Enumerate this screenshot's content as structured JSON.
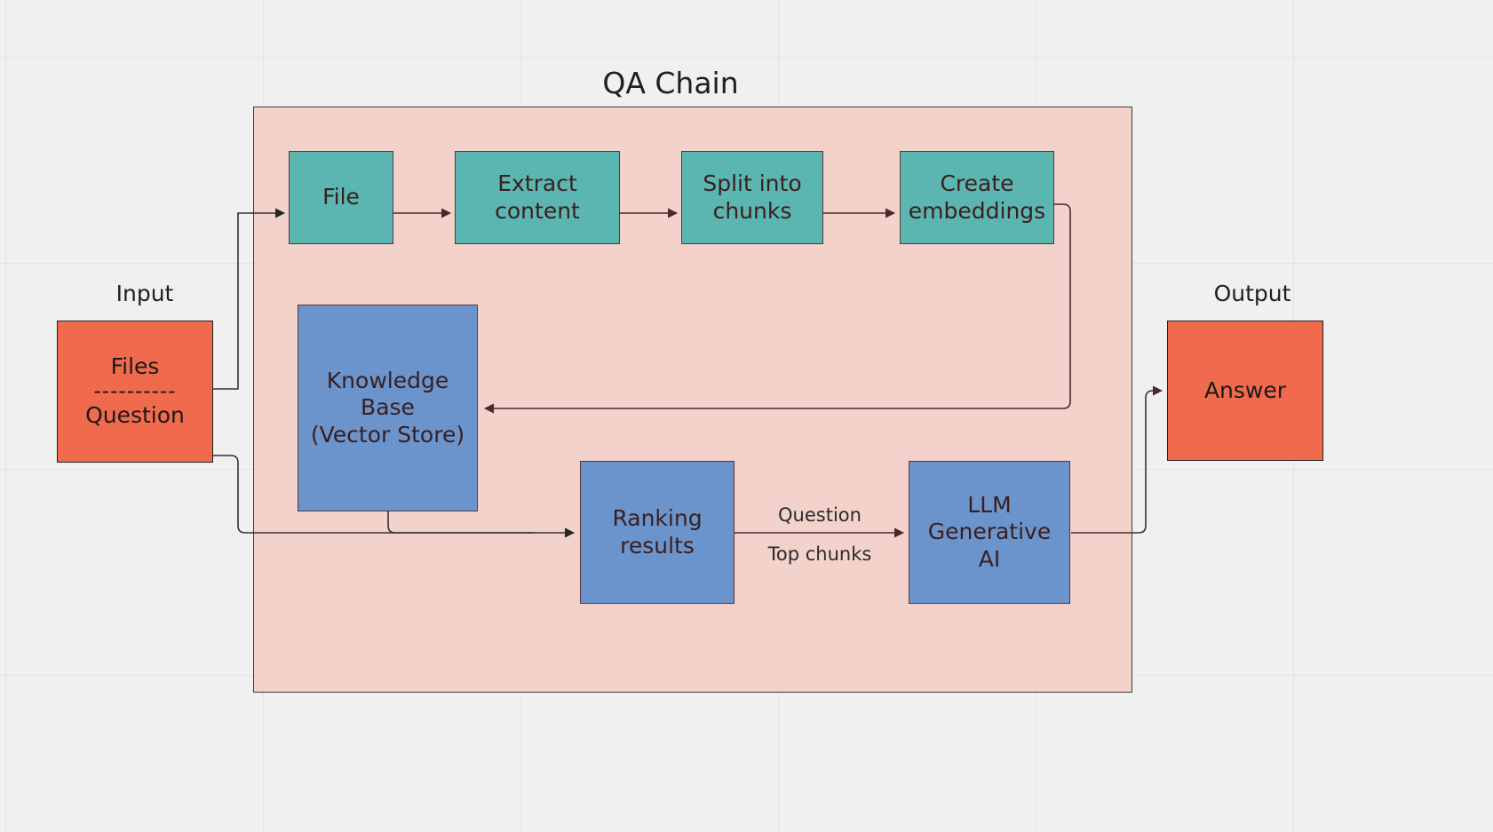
{
  "diagram": {
    "title": "QA Chain",
    "background_color": "#f0f0f0",
    "group_color": "#f2d2cb",
    "colors": {
      "teal": "#5bb5b0",
      "blue": "#6b93cc",
      "orange": "#f06a4d",
      "group_fill": "#f2d2cb",
      "grid_line": "#e3e3e3",
      "edge_stroke": "#4a2b2b",
      "text_dark": "#3a1f1f"
    }
  },
  "sections": {
    "input_label": "Input",
    "output_label": "Output"
  },
  "nodes": {
    "input": {
      "line1": "Files",
      "separator": "----------",
      "line2": "Question"
    },
    "file": {
      "line1": "File"
    },
    "extract": {
      "line1": "Extract",
      "line2": "content"
    },
    "split": {
      "line1": "Split into",
      "line2": "chunks"
    },
    "embeddings": {
      "line1": "Create",
      "line2": "embeddings"
    },
    "knowledge_base": {
      "line1": "Knowledge",
      "line2": "Base",
      "line3": "(Vector Store)"
    },
    "ranking": {
      "line1": "Ranking",
      "line2": "results"
    },
    "llm": {
      "line1": "LLM",
      "line2": "Generative",
      "line3": "AI"
    },
    "answer": {
      "line1": "Answer"
    }
  },
  "edge_labels": {
    "question": "Question",
    "top_chunks": "Top chunks"
  }
}
